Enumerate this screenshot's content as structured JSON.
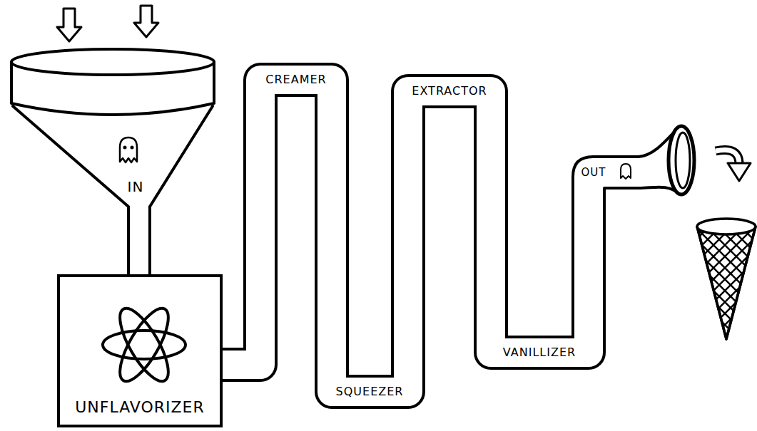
{
  "diagram": {
    "nodes": [
      {
        "text": [
          "IN"
        ]
      },
      {
        "text": [
          "UNFLAVORIZER"
        ]
      },
      {
        "text": [
          "OUT"
        ]
      }
    ],
    "edges": [
      {
        "from": 0,
        "to": 1,
        "arrow": "none"
      },
      {
        "from": 1,
        "to": 2,
        "arrow": "none"
      }
    ],
    "labels": [
      "CREAMER",
      "SQUEEZER",
      "EXTRACTOR",
      "VANILLIZER"
    ]
  }
}
